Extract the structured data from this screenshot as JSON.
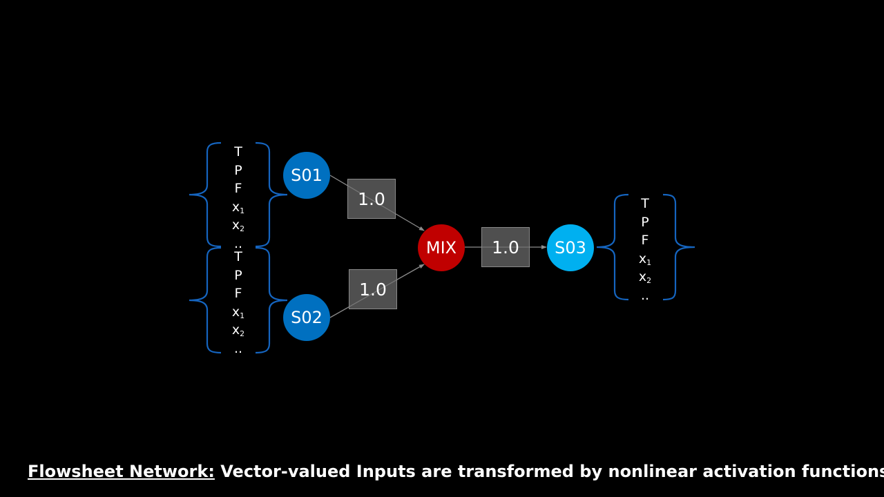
{
  "colors": {
    "background": "#000000",
    "bracket": "#1565c0",
    "input_node": "#0070c0",
    "mix_node": "#c00000",
    "output_node": "#00b0f0",
    "weight_box": "#6e6e6e",
    "edge": "#8c8c8c"
  },
  "input_vector_top": {
    "items": [
      "T",
      "P",
      "F",
      "x",
      "x",
      ".."
    ],
    "subscripts": [
      "",
      "",
      "",
      "1",
      "2",
      ""
    ]
  },
  "input_vector_bottom": {
    "items": [
      "T",
      "P",
      "F",
      "x",
      "x",
      ".."
    ],
    "subscripts": [
      "",
      "",
      "",
      "1",
      "2",
      ""
    ]
  },
  "output_vector": {
    "items": [
      "T",
      "P",
      "F",
      "x",
      "x",
      ".."
    ],
    "subscripts": [
      "",
      "",
      "",
      "1",
      "2",
      ""
    ]
  },
  "nodes": {
    "s01": "S01",
    "s02": "S02",
    "mix": "MIX",
    "s03": "S03"
  },
  "weights": {
    "s01_to_mix": "1.0",
    "s02_to_mix": "1.0",
    "mix_to_s03": "1.0"
  },
  "caption": {
    "lead": "Flowsheet Network:",
    "text": " Vector-valued Inputs are transformed by nonlinear activation functions"
  }
}
